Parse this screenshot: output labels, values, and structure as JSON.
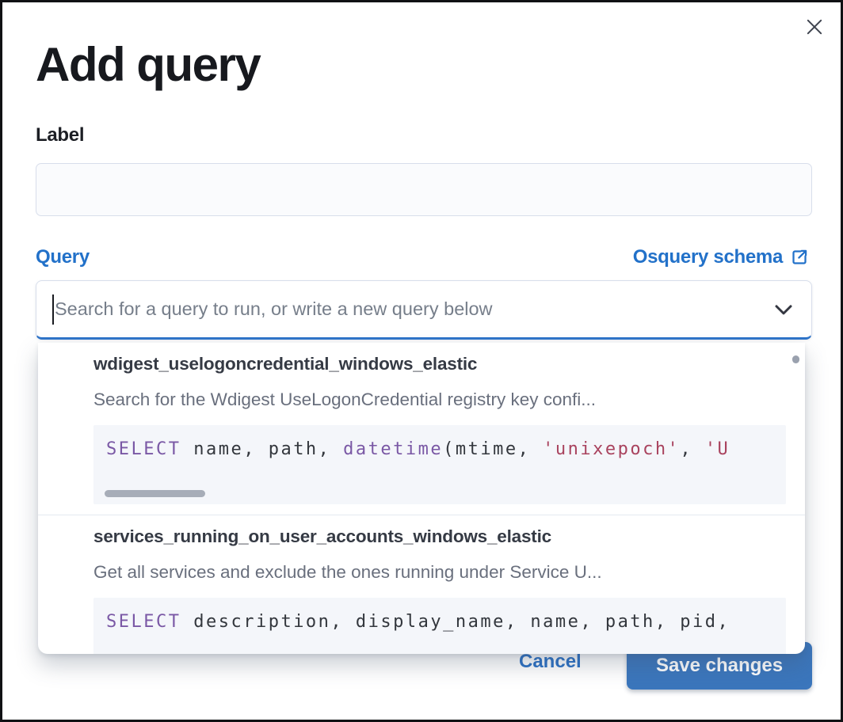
{
  "colors": {
    "primary": "#2271C9",
    "save_button_fill": "#3B76BC",
    "heading_text": "#17191E",
    "option_title_text": "#353A44",
    "muted_text": "#696F7D",
    "code_background": "#F4F6FA",
    "code_keyword": "#7A58A5",
    "code_string": "#A9435E",
    "code_plain": "#33373D",
    "input_border": "#D8DEEB"
  },
  "header": {
    "title": "Add query",
    "close_icon": "x"
  },
  "form": {
    "label_field": {
      "label": "Label",
      "value": "",
      "placeholder": ""
    },
    "query_field": {
      "label": "Query",
      "schema_link": {
        "label": "Osquery schema",
        "icon": "external-link"
      },
      "search": {
        "value": "",
        "placeholder": "Search for a query to run, or write a new query below",
        "chevron_icon": "chevron-down"
      }
    }
  },
  "dropdown": {
    "options": [
      {
        "name": "wdigest_uselogoncredential_windows_elastic",
        "description": "Search for the Wdigest UseLogonCredential registry key confi...",
        "sql": [
          {
            "text": "SELECT",
            "class": "kw"
          },
          {
            "text": " name, path, ",
            "class": "plain"
          },
          {
            "text": "datetime",
            "class": "kw"
          },
          {
            "text": "(mtime, ",
            "class": "plain"
          },
          {
            "text": "'unixepoch'",
            "class": "str"
          },
          {
            "text": ", ",
            "class": "plain"
          },
          {
            "text": "'U",
            "class": "str"
          }
        ]
      },
      {
        "name": "services_running_on_user_accounts_windows_elastic",
        "description": "Get all services and exclude the ones running under Service U...",
        "sql": [
          {
            "text": "SELECT",
            "class": "kw"
          },
          {
            "text": " description, display_name, name, path, pid,",
            "class": "plain"
          }
        ]
      }
    ]
  },
  "footer": {
    "cancel_label": "Cancel",
    "save_label": "Save changes"
  }
}
